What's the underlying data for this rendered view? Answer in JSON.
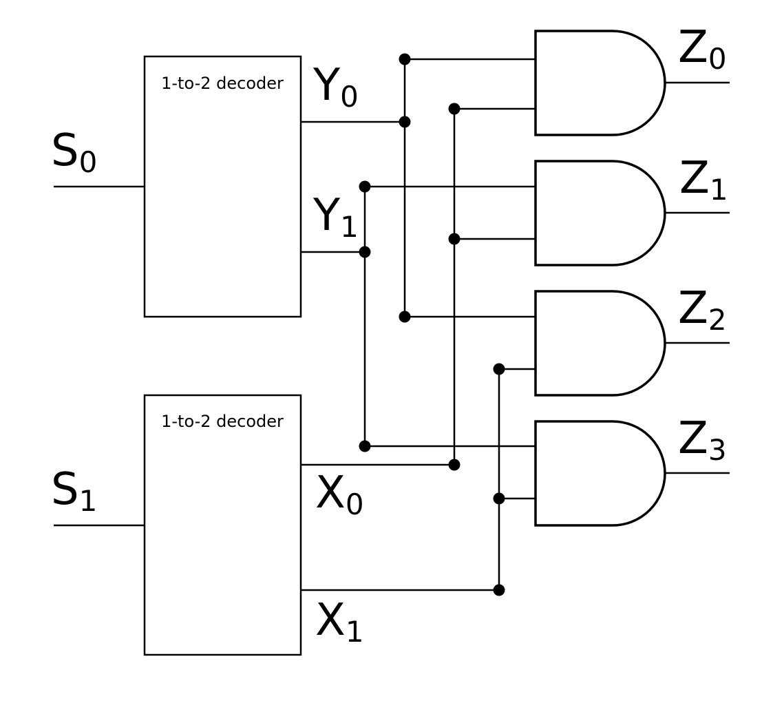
{
  "decoders": [
    {
      "label": "1-to-2 decoder",
      "input": {
        "letter": "S",
        "index": "0"
      },
      "outputs": [
        {
          "letter": "Y",
          "index": "0"
        },
        {
          "letter": "Y",
          "index": "1"
        }
      ]
    },
    {
      "label": "1-to-2 decoder",
      "input": {
        "letter": "S",
        "index": "1"
      },
      "outputs": [
        {
          "letter": "X",
          "index": "0"
        },
        {
          "letter": "X",
          "index": "1"
        }
      ]
    }
  ],
  "gates": [
    {
      "type": "AND",
      "output": {
        "letter": "Z",
        "index": "0"
      }
    },
    {
      "type": "AND",
      "output": {
        "letter": "Z",
        "index": "1"
      }
    },
    {
      "type": "AND",
      "output": {
        "letter": "Z",
        "index": "2"
      }
    },
    {
      "type": "AND",
      "output": {
        "letter": "Z",
        "index": "3"
      }
    }
  ]
}
